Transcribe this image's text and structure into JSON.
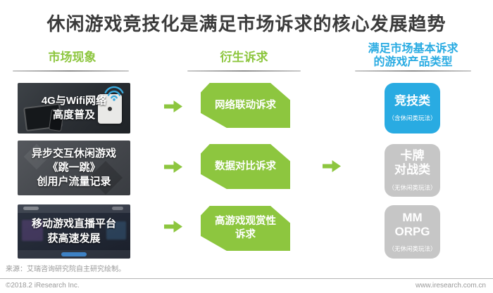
{
  "title": "休闲游戏竞技化是满足市场诉求的核心发展趋势",
  "headers": {
    "col1": "市场现象",
    "col2": "衍生诉求",
    "col3_line1": "满足市场基本诉求",
    "col3_line2": "的游戏产品类型"
  },
  "phenomena": [
    {
      "line1": "4G与Wifi网络",
      "line2": "高度普及"
    },
    {
      "line1": "异步交互休闲游戏",
      "line2": "《跳一跳》",
      "line3": "创用户流量记录"
    },
    {
      "line1": "移动游戏直播平台",
      "line2": "获高速发展"
    }
  ],
  "demands": [
    {
      "line1": "网络联动诉求"
    },
    {
      "line1": "数据对比诉求"
    },
    {
      "line1": "高游戏观赏性",
      "line2": "诉求"
    }
  ],
  "products": [
    {
      "line1": "竞技类",
      "note": "（含休闲类玩法）",
      "color": "#29ABE2"
    },
    {
      "line1": "卡牌",
      "line2": "对战类",
      "note": "（无休闲类玩法）",
      "color": "#C6C6C6"
    },
    {
      "line1": "MM",
      "line2": "ORPG",
      "note": "（无休闲类玩法）",
      "color": "#C6C6C6"
    }
  ],
  "icons": {
    "wifi": "wifi-signal-arcs",
    "arrow": "block-right-arrow"
  },
  "colors": {
    "green": "#8DC63F",
    "blue": "#29ABE2",
    "gray_box": "#C6C6C6",
    "title_text": "#3B3B3B"
  },
  "footer": {
    "source": "来源：艾瑞咨询研究院自主研究绘制。",
    "copyright": "©2018.2 iResearch Inc.",
    "website": "www.iresearch.com.cn"
  }
}
